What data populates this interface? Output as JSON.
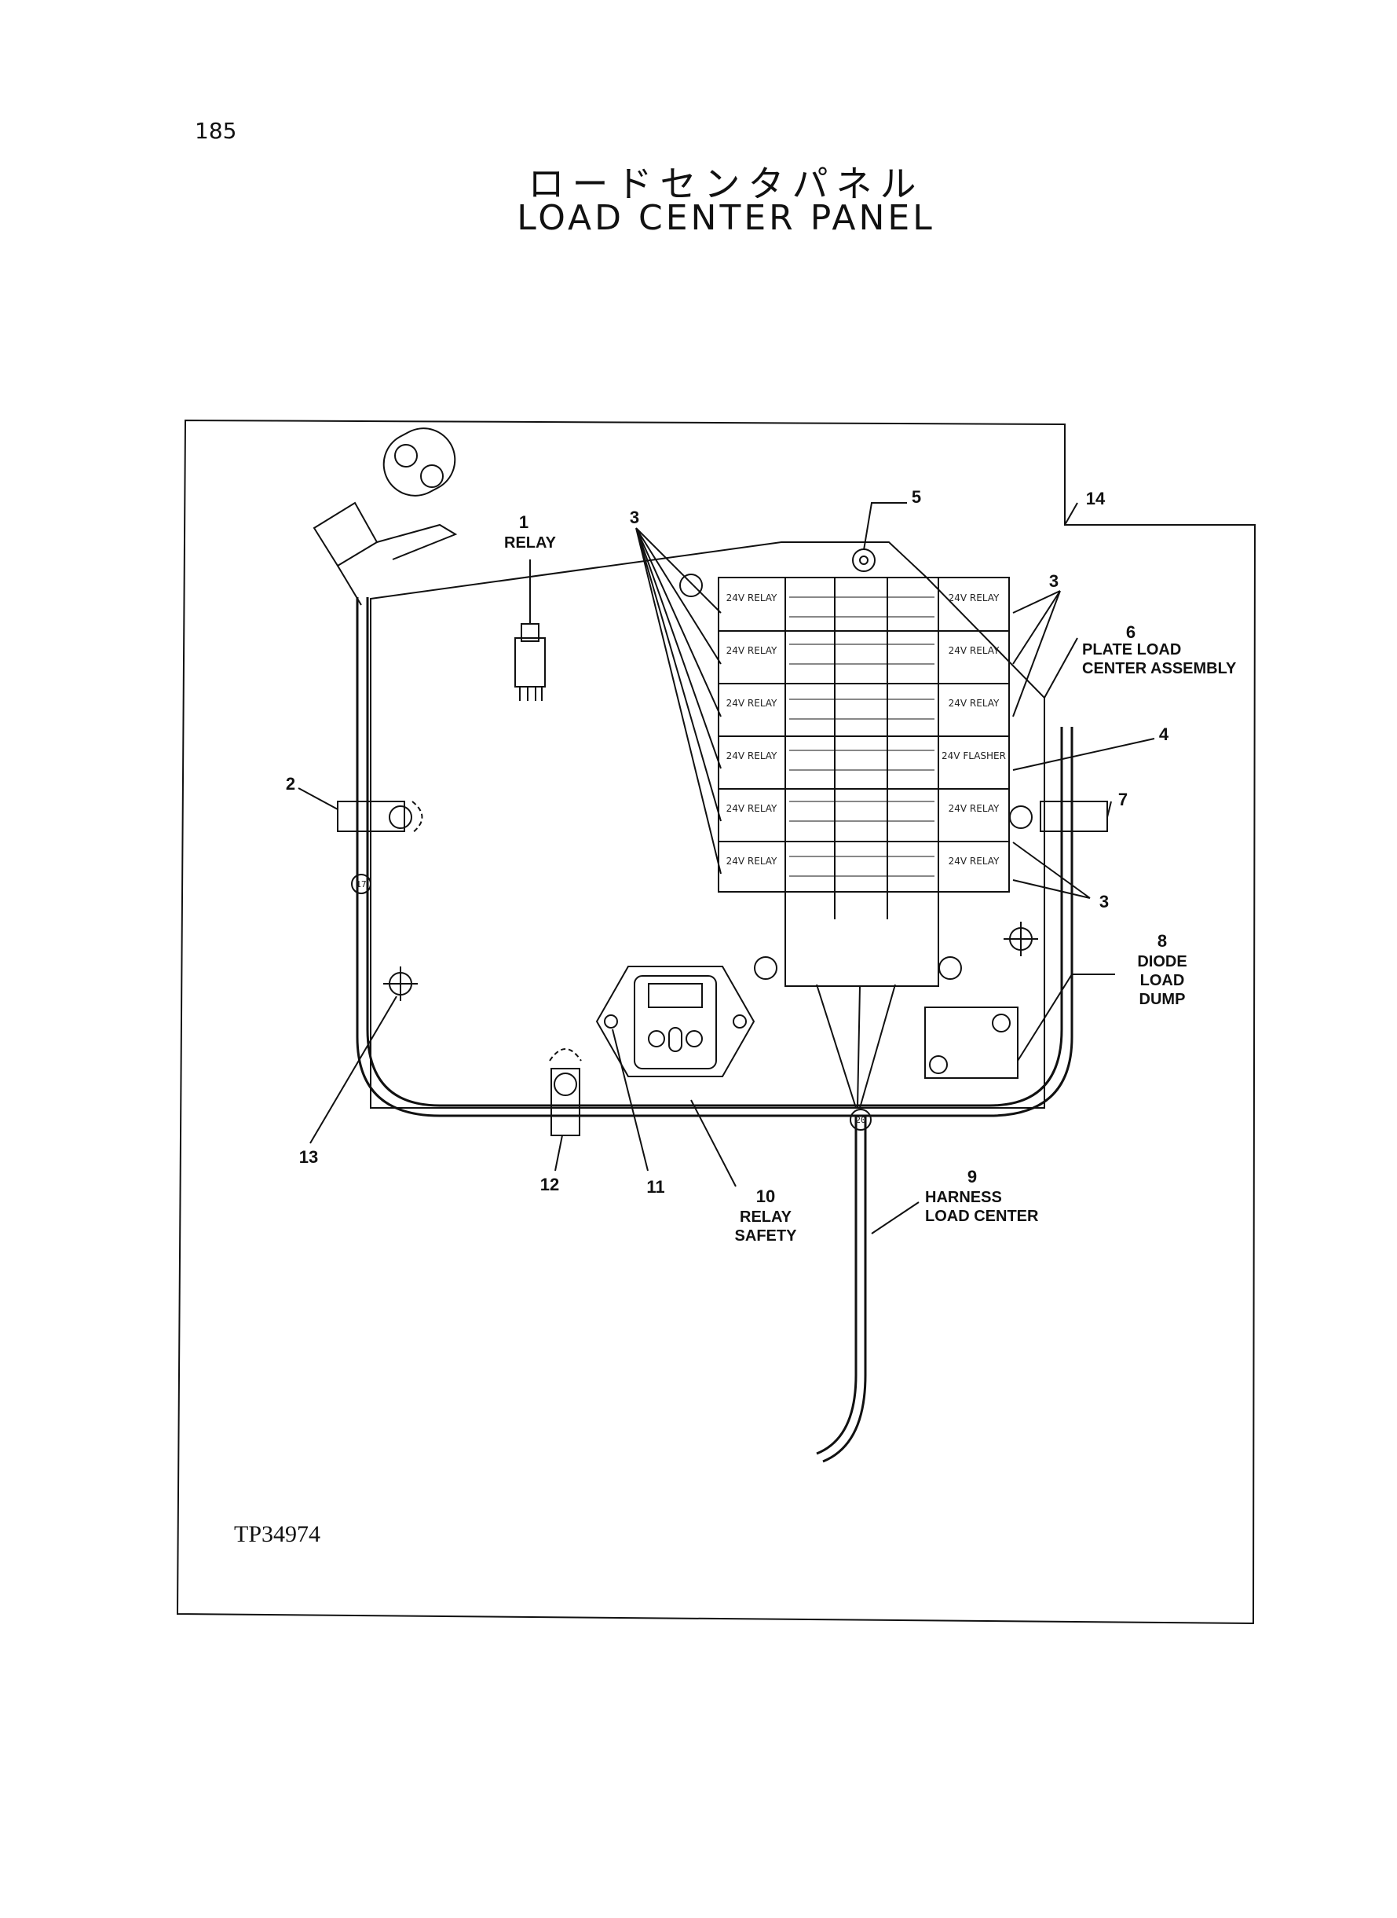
{
  "page_number": "185",
  "title_japanese": "ロードセンタパネル",
  "title_english": "LOAD CENTER PANEL",
  "drawing_code": "TP34974",
  "callouts": [
    {
      "id": "1",
      "num": "1",
      "label": "RELAY"
    },
    {
      "id": "2",
      "num": "2",
      "label": ""
    },
    {
      "id": "3",
      "num": "3",
      "label": ""
    },
    {
      "id": "4",
      "num": "4",
      "label": ""
    },
    {
      "id": "5",
      "num": "5",
      "label": ""
    },
    {
      "id": "6",
      "num": "6",
      "label_lines": [
        "PLATE LOAD",
        "CENTER ASSEMBLY"
      ]
    },
    {
      "id": "7",
      "num": "7",
      "label": ""
    },
    {
      "id": "8",
      "num": "8",
      "label_lines": [
        "DIODE",
        "LOAD",
        "DUMP"
      ]
    },
    {
      "id": "9",
      "num": "9",
      "label_lines": [
        "HARNESS",
        "LOAD CENTER"
      ]
    },
    {
      "id": "10",
      "num": "10",
      "label_lines": [
        "RELAY",
        "SAFETY"
      ]
    },
    {
      "id": "11",
      "num": "11",
      "label": ""
    },
    {
      "id": "12",
      "num": "12",
      "label": ""
    },
    {
      "id": "13",
      "num": "13",
      "label": ""
    },
    {
      "id": "14",
      "num": "14",
      "label": ""
    }
  ],
  "relays_left": [
    "24V RELAY",
    "24V RELAY",
    "24V RELAY",
    "24V RELAY",
    "24V RELAY",
    "24V RELAY"
  ],
  "relays_right": [
    "24V RELAY",
    "24V RELAY",
    "24V RELAY",
    "24V FLASHER",
    "24V RELAY",
    "24V RELAY"
  ],
  "harness_markers": [
    "17",
    "20"
  ],
  "colors": {
    "ink": "#111111",
    "paper": "#ffffff"
  }
}
